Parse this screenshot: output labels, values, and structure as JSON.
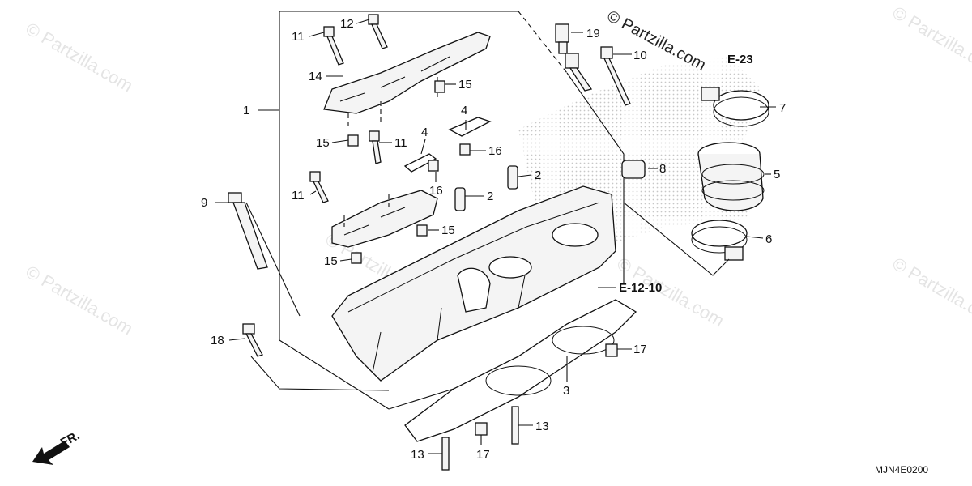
{
  "callouts": {
    "c1": "1",
    "c2a": "2",
    "c2b": "2",
    "c3": "3",
    "c4a": "4",
    "c4b": "4",
    "c5": "5",
    "c6": "6",
    "c7": "7",
    "c8": "8",
    "c9": "9",
    "c10": "10",
    "c11a": "11",
    "c11b": "11",
    "c11c": "11",
    "c12": "12",
    "c13a": "13",
    "c13b": "13",
    "c14": "14",
    "c15a": "15",
    "c15b": "15",
    "c15c": "15",
    "c15d": "15",
    "c16a": "16",
    "c16b": "16",
    "c17a": "17",
    "c17b": "17",
    "c18": "18",
    "c19": "19"
  },
  "references": {
    "e23": "E-23",
    "e1210": "E-12-10"
  },
  "orientation_label": "FR.",
  "diagram_code": "MJN4E0200",
  "watermark": {
    "main": "© Partzilla.com",
    "tile": "© Partzilla.com"
  },
  "colors": {
    "line": "#111111",
    "watermark": "#cfcfcf",
    "background": "#ffffff"
  }
}
